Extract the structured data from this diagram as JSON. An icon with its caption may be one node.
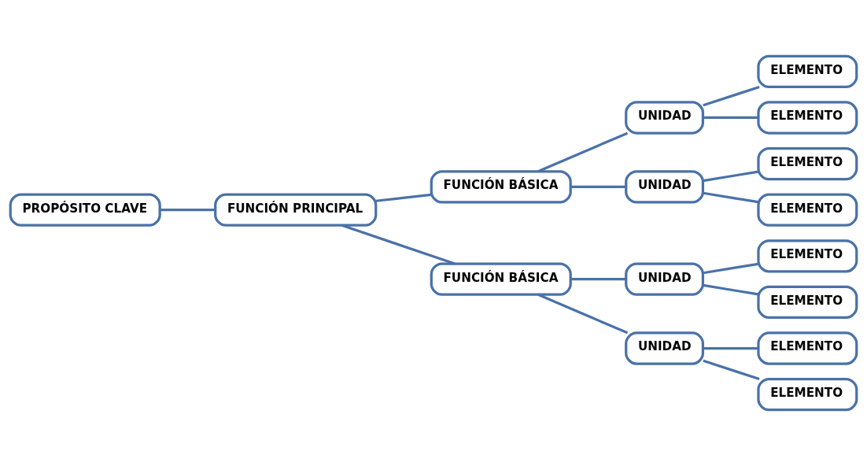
{
  "diagram": {
    "nodes": [
      {
        "text": [
          "PROPÓSITO CLAVE"
        ]
      },
      {
        "text": [
          "FUNCIÓN PRINCIPAL"
        ]
      },
      {
        "text": [
          "FUNCIÓN BÁSICA"
        ]
      },
      {
        "text": [
          "UNIDAD"
        ]
      },
      {
        "text": [
          "ELEMENTO"
        ]
      },
      {
        "text": [
          "ELEMENTO"
        ]
      },
      {
        "text": [
          "UNIDAD"
        ]
      },
      {
        "text": [
          "ELEMENTO"
        ]
      },
      {
        "text": [
          "ELEMENTO"
        ]
      },
      {
        "text": [
          "FUNCIÓN BÁSICA"
        ]
      },
      {
        "text": [
          "UNIDAD"
        ]
      },
      {
        "text": [
          "ELEMENTO"
        ]
      },
      {
        "text": [
          "ELEMENTO"
        ]
      },
      {
        "text": [
          "UNIDAD"
        ]
      },
      {
        "text": [
          "ELEMENTO"
        ]
      },
      {
        "text": [
          "ELEMENTO"
        ]
      }
    ],
    "edges": [
      {
        "from": 0,
        "to": 1,
        "arrow": "none"
      },
      {
        "from": 1,
        "to": 2,
        "arrow": "none"
      },
      {
        "from": 2,
        "to": 3,
        "arrow": "none"
      },
      {
        "from": 3,
        "to": 4,
        "arrow": "none"
      },
      {
        "from": 3,
        "to": 5,
        "arrow": "none"
      },
      {
        "from": 2,
        "to": 6,
        "arrow": "none"
      },
      {
        "from": 6,
        "to": 7,
        "arrow": "none"
      },
      {
        "from": 6,
        "to": 8,
        "arrow": "none"
      },
      {
        "from": 1,
        "to": 9,
        "arrow": "none"
      },
      {
        "from": 9,
        "to": 10,
        "arrow": "none"
      },
      {
        "from": 10,
        "to": 11,
        "arrow": "none"
      },
      {
        "from": 10,
        "to": 12,
        "arrow": "none"
      },
      {
        "from": 9,
        "to": 13,
        "arrow": "none"
      },
      {
        "from": 13,
        "to": 14,
        "arrow": "none"
      },
      {
        "from": 13,
        "to": 15,
        "arrow": "none"
      }
    ]
  }
}
